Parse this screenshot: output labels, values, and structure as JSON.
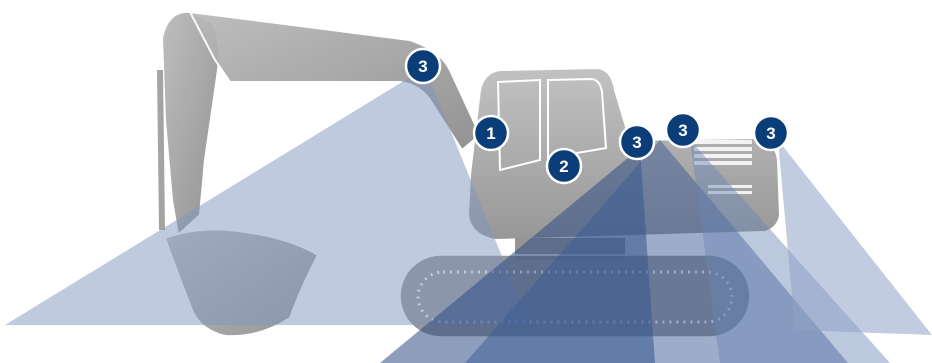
{
  "markers": [
    {
      "id": "boom-camera",
      "label": "3"
    },
    {
      "id": "cab-front",
      "label": "1"
    },
    {
      "id": "cab-side",
      "label": "2"
    },
    {
      "id": "body-left-camera",
      "label": "3"
    },
    {
      "id": "body-center-camera",
      "label": "3"
    },
    {
      "id": "rear-camera",
      "label": "3"
    }
  ],
  "colors": {
    "marker_fill": "#0b3e78",
    "marker_stroke": "#ffffff",
    "field_light": "#8fa3c6",
    "field_dark": "#2f4f87",
    "machine": "#9a9a9a"
  }
}
